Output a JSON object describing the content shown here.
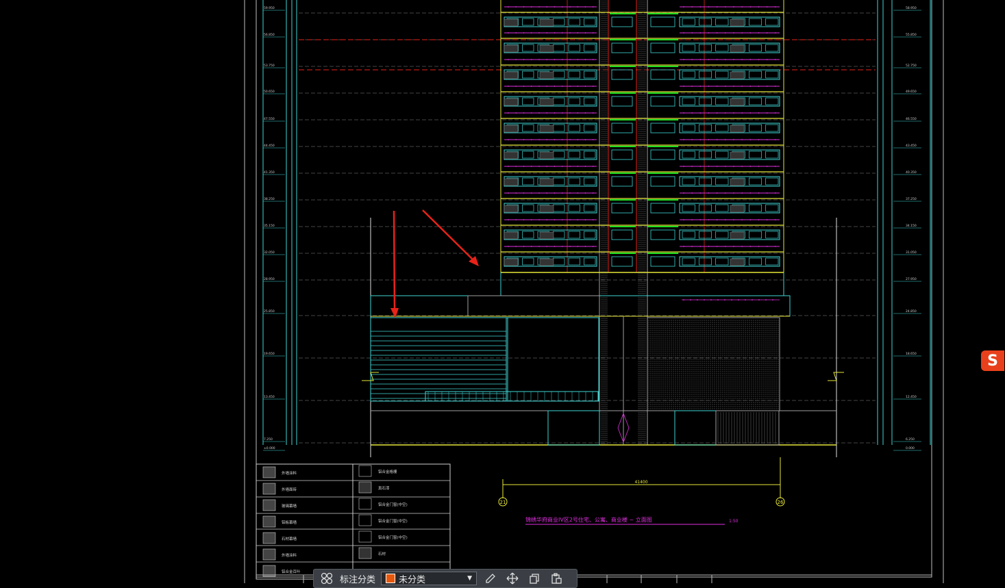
{
  "drawing": {
    "title": "锦绣华府商业IV区2号住宅、公寓、商业楼   ~   立面图",
    "scale": "1:50",
    "dimension": "41400",
    "axis_left": "21",
    "axis_right": "26",
    "level_labels_left": [
      "59.950",
      "56.850",
      "53.750",
      "50.650",
      "47.550",
      "44.450",
      "41.350",
      "38.250",
      "35.150",
      "32.050",
      "28.950",
      "25.850",
      "19.650",
      "13.450",
      "7.250",
      "±0.000"
    ],
    "level_labels_right": [
      "58.950",
      "55.850",
      "52.750",
      "49.650",
      "46.550",
      "43.450",
      "40.350",
      "37.250",
      "34.150",
      "31.050",
      "27.950",
      "24.850",
      "18.650",
      "12.450",
      "6.250",
      "0.000"
    ],
    "legend_left": [
      "外墙涂料",
      "外墙面砖",
      "玻璃幕墙",
      "铝板幕墙",
      "石材幕墙",
      "外墙涂料",
      "铝合金百叶"
    ],
    "legend_right": [
      "铝合金格栅",
      "真石漆",
      "铝合金门窗(中空)",
      "铝合金门窗(中空)",
      "铝合金门窗(中空)",
      "石材"
    ]
  },
  "toolbar": {
    "label": "标注分类",
    "select_value": "未分类",
    "swatch_color": "#e8580c"
  },
  "colors": {
    "background": "#000000",
    "cyan": "#3fd6d6",
    "yellow": "#e8e83a",
    "red": "#e8221a",
    "magenta": "#e030e0",
    "green": "#20e020",
    "gray": "#a0a0a0"
  },
  "sogou": {
    "label": "S"
  }
}
